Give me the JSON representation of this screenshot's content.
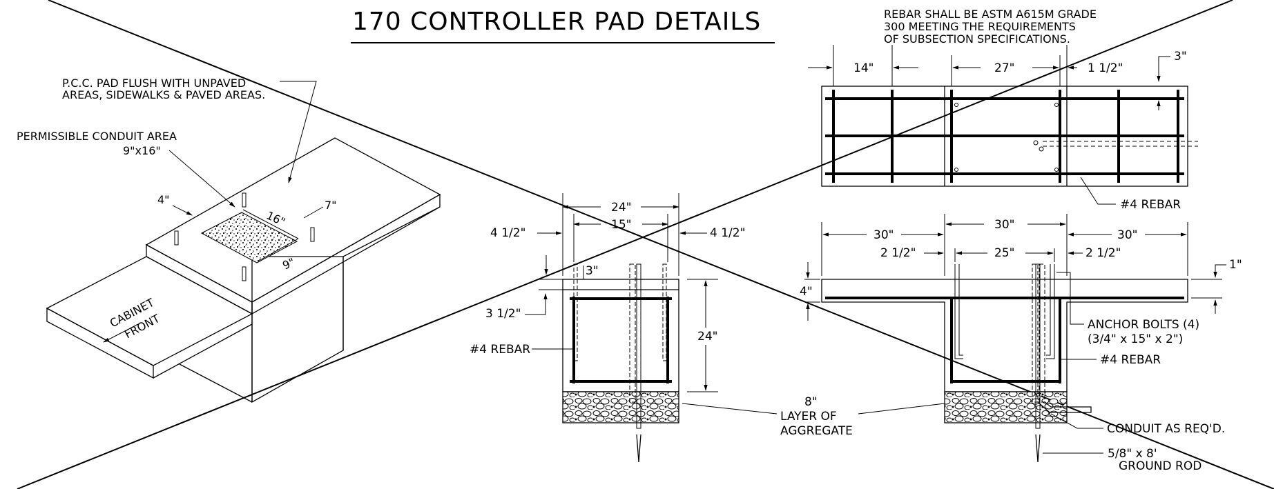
{
  "title": "170 CONTROLLER PAD DETAILS",
  "general_note": [
    "REBAR SHALL BE ASTM A615M GRADE",
    "300 MEETING THE REQUIREMENTS",
    "OF SUBSECTION SPECIFICATIONS."
  ],
  "iso_view": {
    "pad_note": [
      "P.C.C. PAD FLUSH WITH UNPAVED",
      "AREAS, SIDEWALKS & PAVED AREAS."
    ],
    "conduit_area": [
      "PERMISSIBLE CONDUIT AREA",
      "9\"x16\""
    ],
    "dim_4": "4\"",
    "dim_7": "7\"",
    "dim_16": "16\"",
    "dim_9": "9\"",
    "cabinet_front": [
      "CABINET",
      "FRONT"
    ]
  },
  "section_view": {
    "dim_24_top": "24\"",
    "dim_15": "15\"",
    "dim_4_5_left": "4 1/2\"",
    "dim_4_5_right": "4 1/2\"",
    "dim_3": "3\"",
    "dim_3_5": "3 1/2\"",
    "dim_24_side": "24\"",
    "rebar_label": "#4 REBAR"
  },
  "aggregate_label": [
    "8\"",
    "LAYER OF",
    "AGGREGATE"
  ],
  "plan_view": {
    "dim_14": "14\"",
    "dim_27": "27\"",
    "dim_1_5": "1 1/2\"",
    "dim_3": "3\"",
    "rebar_label": "#4 REBAR"
  },
  "elevation_view": {
    "dim_30_left": "30\"",
    "dim_30_mid": "30\"",
    "dim_30_right": "30\"",
    "dim_2_5_left": "2 1/2\"",
    "dim_25": "25\"",
    "dim_2_5_right": "2 1/2\"",
    "dim_1": "1\"",
    "dim_4": "4\"",
    "anchor_bolts": [
      "ANCHOR BOLTS (4)",
      "(3/4\" x 15\" x 2\")"
    ],
    "rebar_label": "#4 REBAR",
    "conduit": "CONDUIT AS REQ'D.",
    "ground_rod": [
      "5/8\" x 8'",
      "GROUND ROD"
    ]
  }
}
